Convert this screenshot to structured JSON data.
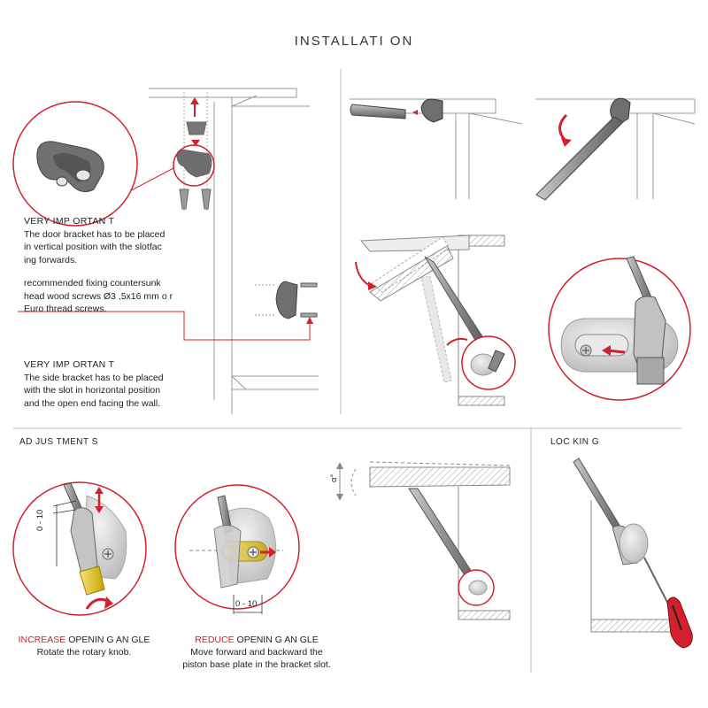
{
  "title": "INSTALLATI ON",
  "installation": {
    "door_note": {
      "heading": "VERY IMP  ORTAN  T",
      "lines": [
        "The door bracket has to be placed",
        "in vertical position with the slotfac",
        "ing forwards."
      ]
    },
    "screw_note": {
      "lines": [
        "recommended fixing countersunk",
        "head wood screws Ø3 ,5x16 mm o r",
        "Euro thread screws."
      ]
    },
    "side_note": {
      "heading": "VERY IMP  ORTAN  T",
      "lines": [
        "The side bracket has to be placed",
        "with the slot in horizontal position",
        "and the open end facing the wall."
      ]
    }
  },
  "adjustments": {
    "heading": "AD JUS TMENT  S",
    "dim_label_left": "0 - 10",
    "dim_label_right": "0 - 10",
    "angle_label": "α°",
    "increase": {
      "word": "INCREASE",
      "rest": "  OPENIN  G AN  GLE",
      "desc": "Rotate the rotary knob."
    },
    "reduce": {
      "word": "REDUCE",
      "rest": "  OPENIN  G AN  GLE",
      "desc_lines": [
        "Move forward and backward the",
        "piston base plate in the bracket slot."
      ]
    }
  },
  "locking": {
    "heading": "LOC KIN G"
  },
  "colors": {
    "accent": "#d3202f",
    "outline": "#7a7a7a",
    "metal": "#9a9a9a",
    "dark_metal": "#555555"
  }
}
